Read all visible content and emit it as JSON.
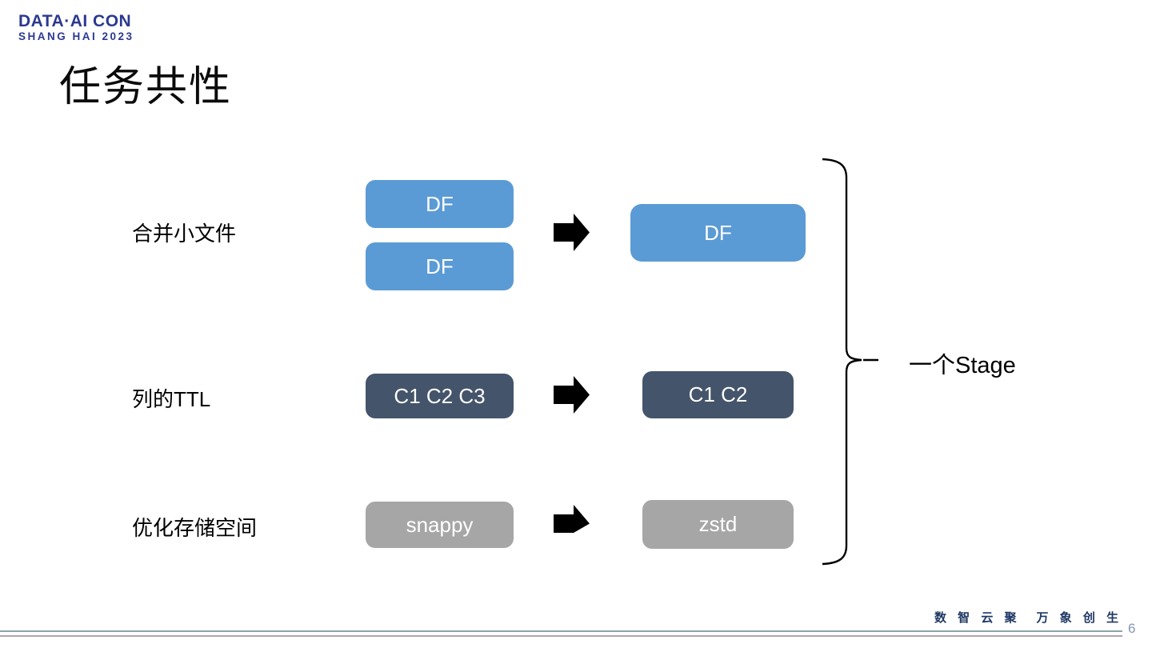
{
  "logo": {
    "line1": "DATA·AI CON",
    "line2": "SHANG HAI 2023"
  },
  "title": "任务共性",
  "diagram": {
    "rows": [
      {
        "label": "合并小文件",
        "left_boxes": [
          "DF",
          "DF"
        ],
        "right_box": "DF",
        "box_color": "#5b9bd5"
      },
      {
        "label": "列的TTL",
        "left_boxes": [
          "C1 C2 C3"
        ],
        "right_box": "C1 C2",
        "box_color": "#44546a"
      },
      {
        "label": "优化存储空间",
        "left_boxes": [
          "snappy"
        ],
        "right_box": "zstd",
        "box_color": "#a6a6a6"
      }
    ],
    "arrow_icon": "right-block-arrow",
    "brace_label": "一个Stage"
  },
  "footer": {
    "slogan": "数 智 云 聚　万 象 创 生",
    "page_number": "6"
  },
  "colors": {
    "box_blue": "#5b9bd5",
    "box_dark": "#44546a",
    "box_gray": "#a6a6a6",
    "logo_navy": "#2b3990",
    "footer_navy": "#1f3864",
    "page_number_blue_gray": "#8496b0",
    "footer_line_top": "#8ba6a9",
    "footer_line_bottom": "#b4a2ae",
    "arrow_black": "#000000"
  }
}
